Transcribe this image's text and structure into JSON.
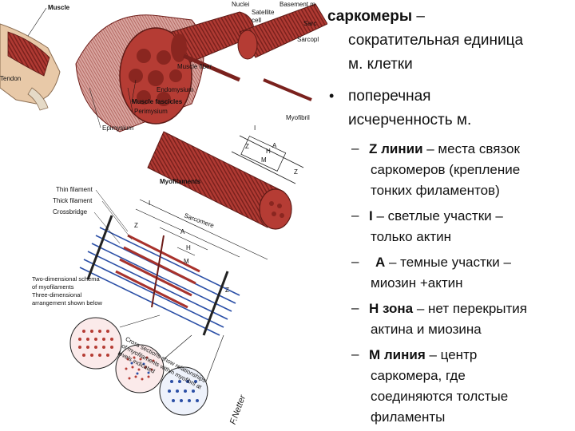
{
  "figure": {
    "labels": {
      "muscle": "Muscle",
      "tendon": "Tendon",
      "nuclei": "Nuclei",
      "basement": "Basement m",
      "satellite": "Satellite",
      "cell": "cell",
      "sarcolemma_cut": "Sarc",
      "sarcoplasm_cut": "Sarcopl",
      "muscle_fiber": "Muscle fiber",
      "endomysium": "Endomysium",
      "muscle_fascicles": "Muscle fascicles",
      "perimysium": "Perimysium",
      "epimysium": "Epimysium",
      "myofibril": "Myofibril",
      "thin_filament": "Thin filament",
      "thick_filament": "Thick filament",
      "crossbridge": "Crossbridge",
      "myofilaments": "Myofilaments",
      "sarcomere": "Sarcomere",
      "two_dim_1": "Two-dimensional schema",
      "two_dim_2": "of myofilaments",
      "two_dim_3": "Three-dimensional",
      "two_dim_4": "arrangement shown below",
      "cross_1": "Cross sections show relationships",
      "cross_2": "of myofilaments within myofibril at",
      "cross_3": "levels indicated",
      "band_I": "I",
      "band_A": "A",
      "band_H": "H",
      "band_M": "M",
      "band_Z": "Z",
      "signature": "F.Netter"
    }
  },
  "text": {
    "line1_bold": "саркомеры",
    "line1_rest": " –",
    "line2": "сократительная единица",
    "line3": "м. клетки",
    "bullet_glyph": "•",
    "line4": "поперечная",
    "line5": "исчерченность м.",
    "dash_glyph": "–",
    "items": [
      {
        "bold": "Z  линии",
        "rest": " – места связок",
        "cont": [
          "саркомеров (крепление",
          "тонких филаментов)"
        ]
      },
      {
        "bold": "I",
        "rest": " – светлые участки –",
        "cont": [
          "только актин"
        ]
      },
      {
        "bold": "A",
        "rest": " – темные участки –",
        "cont": [
          "миозин +актин"
        ]
      },
      {
        "bold": "H зона",
        "rest": " – нет перекрытия",
        "cont": [
          "актина и миозина"
        ]
      },
      {
        "bold": "M линия",
        "rest": " – центр",
        "cont": [
          "саркомера, где",
          "соединяются толстые",
          "филаменты"
        ]
      }
    ]
  },
  "colors": {
    "muscle_red": "#a8322c",
    "dark_red": "#6e1c18",
    "filament_blue": "#2b4fa6",
    "text": "#111111"
  }
}
